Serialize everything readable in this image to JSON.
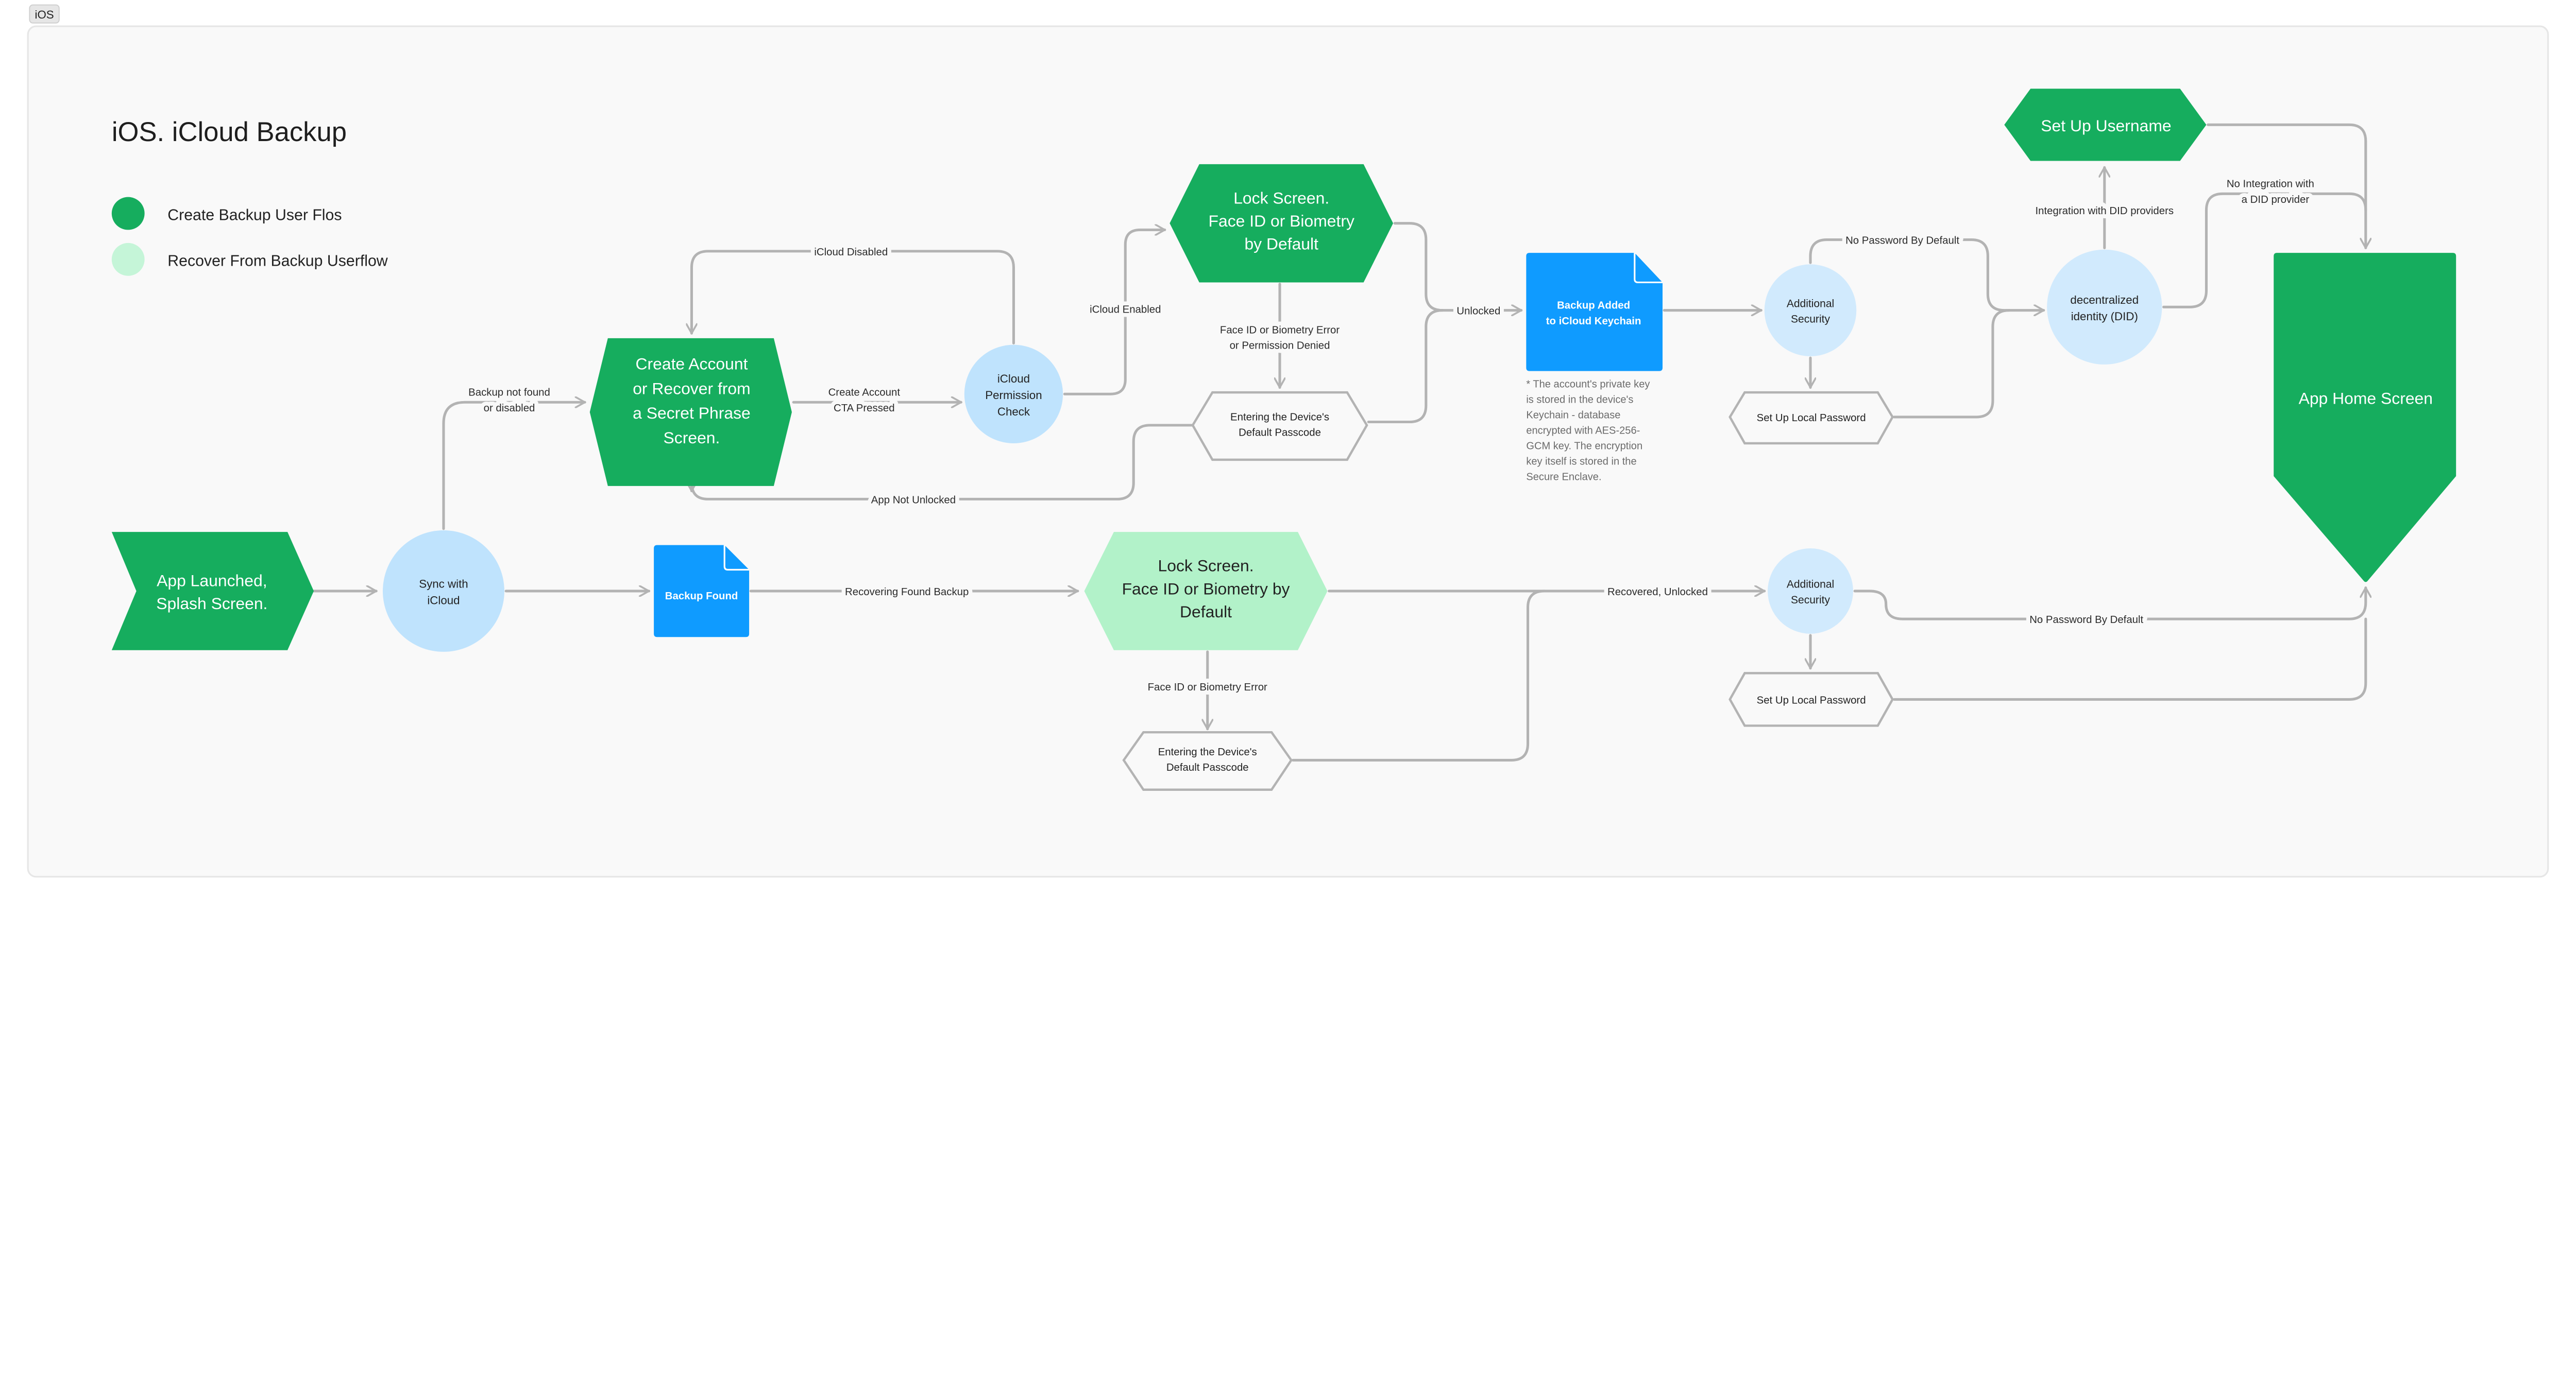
{
  "tab": "iOS",
  "title": "iOS. iCloud Backup",
  "legend": [
    {
      "label": "Create Backup User Flos",
      "color": "#16ad5e"
    },
    {
      "label": "Recover From Backup Userflow",
      "color": "#c5f5d8"
    }
  ],
  "colors": {
    "create_flow": "#16ad5e",
    "recover_flow": "#b2f2c9",
    "decision": "#c9e6fc",
    "document": "#0f9bff",
    "connector": "#b3b3b3",
    "canvas": "#f9f9f9"
  },
  "nodes": {
    "app_launched": [
      "App Launched,",
      "Splash Screen."
    ],
    "sync": [
      "Sync with",
      "iCloud"
    ],
    "backup_found": "Backup Found",
    "create_account": [
      "Create Account",
      "or Recover from",
      "a Secret Phrase",
      "Screen."
    ],
    "permission_check": [
      "iCloud",
      "Permission",
      "Check"
    ],
    "lock_screen_create": [
      "Lock Screen.",
      "Face ID or Biometry",
      "by Default"
    ],
    "passcode_create": [
      "Entering the Device's",
      "Default Passcode"
    ],
    "backup_added": [
      "Backup Added",
      "to iCloud Keychain"
    ],
    "note": [
      "* The account's private key",
      "is stored in the device's",
      "Keychain - database",
      "encrypted with AES-256-",
      "GCM key. The encryption",
      "key itself is stored in the",
      "Secure Enclave."
    ],
    "security_create": [
      "Additional",
      "Security"
    ],
    "local_password_create": "Set Up Local Password",
    "did": [
      "decentralized",
      "identity (DID)"
    ],
    "username": "Set Up Username",
    "home": "App Home Screen",
    "lock_screen_recover": [
      "Lock Screen.",
      "Face ID or Biometry by",
      "Default"
    ],
    "passcode_recover": [
      "Entering the Device's",
      "Default Passcode"
    ],
    "security_recover": [
      "Additional",
      "Security"
    ],
    "local_password_recover": "Set Up Local Password"
  },
  "edges": {
    "backup_not_found": [
      "Backup not found",
      "or disabled"
    ],
    "create_cta": [
      "Create Account",
      "CTA Pressed"
    ],
    "icloud_disabled": "iCloud Disabled",
    "icloud_enabled": "iCloud Enabled",
    "biometry_error_create": [
      "Face ID or Biometry Error",
      "or Permission Denied"
    ],
    "app_not_unlocked": "App Not Unlocked",
    "unlocked": "Unlocked",
    "no_password_create": "No Password By Default",
    "did_integration": "Integration with DID providers",
    "no_did": [
      "No Integration with",
      "a DID provider"
    ],
    "recovering": "Recovering Found Backup",
    "recovered": "Recovered, Unlocked",
    "biometry_error_recover": "Face ID or Biometry Error",
    "no_password_recover": "No Password By Default"
  }
}
